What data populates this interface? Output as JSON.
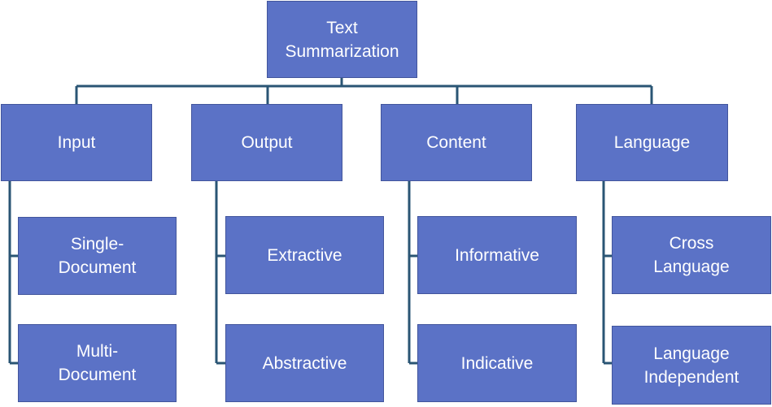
{
  "colors": {
    "node_fill": "#5b72c6",
    "node_border": "#42559c",
    "connector": "#2a5574",
    "text": "#ffffff"
  },
  "root": {
    "label": "Text\nSummarization"
  },
  "categories": [
    {
      "label": "Input",
      "children": [
        "Single-\nDocument",
        "Multi-\nDocument"
      ]
    },
    {
      "label": "Output",
      "children": [
        "Extractive",
        "Abstractive"
      ]
    },
    {
      "label": "Content",
      "children": [
        "Informative",
        "Indicative"
      ]
    },
    {
      "label": "Language",
      "children": [
        "Cross\nLanguage",
        "Language\nIndependent"
      ]
    }
  ]
}
